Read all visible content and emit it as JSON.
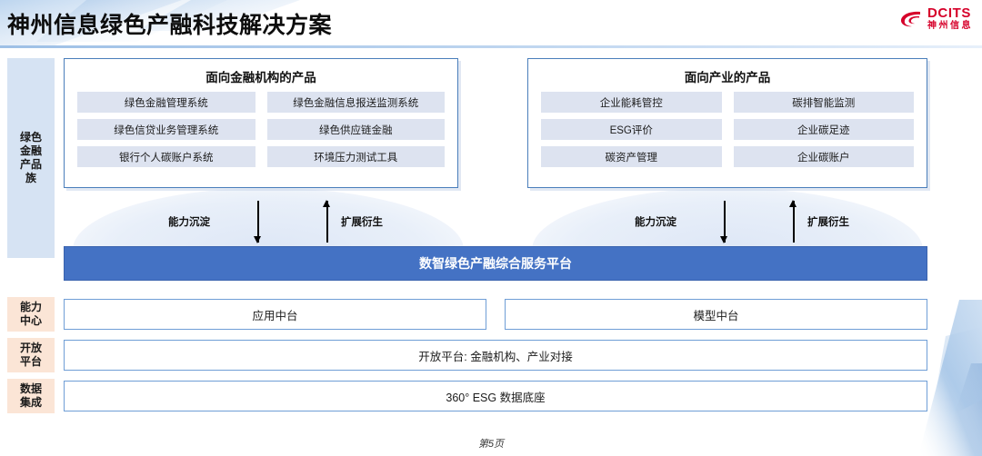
{
  "header": {
    "title": "神州信息绿色产融科技解决方案",
    "logo": {
      "mark": "swoosh-icon",
      "en": "DCITS",
      "cn": "神州信息",
      "color": "#d6002a"
    }
  },
  "sidebar": {
    "items": [
      {
        "name": "product-family",
        "lines": [
          "绿色",
          "金融",
          "产品",
          "族"
        ],
        "bg": "#d6e3f3"
      },
      {
        "name": "capability-center",
        "lines": [
          "能力",
          "中心"
        ],
        "bg": "#fbe5d6"
      },
      {
        "name": "open-platform",
        "lines": [
          "开放",
          "平台"
        ],
        "bg": "#fbe5d6"
      },
      {
        "name": "data-integration",
        "lines": [
          "数据",
          "集成"
        ],
        "bg": "#fbe5d6"
      }
    ]
  },
  "panels": [
    {
      "name": "financial-institution-products",
      "title": "面向金融机构的产品",
      "items": [
        "绿色金融管理系统",
        "绿色金融信息报送监测系统",
        "绿色信贷业务管理系统",
        "绿色供应链金融",
        "银行个人碳账户系统",
        "环境压力测试工具"
      ]
    },
    {
      "name": "industry-products",
      "title": "面向产业的产品",
      "items": [
        "企业能耗管控",
        "碳排智能监测",
        "ESG评价",
        "企业碳足迹",
        "碳资产管理",
        "企业碳账户"
      ]
    }
  ],
  "flows": [
    {
      "name": "flow-left",
      "down_label": "能力沉淀",
      "up_label": "扩展衍生"
    },
    {
      "name": "flow-right",
      "down_label": "能力沉淀",
      "up_label": "扩展衍生"
    }
  ],
  "platform": {
    "label": "数智绿色产融综合服务平台",
    "color": "#4472c4"
  },
  "layers": {
    "capability": [
      "应用中台",
      "模型中台"
    ],
    "open": "开放平台: 金融机构、产业对接",
    "data": "360° ESG 数据底座"
  },
  "footer": {
    "page_label": "第5页"
  }
}
